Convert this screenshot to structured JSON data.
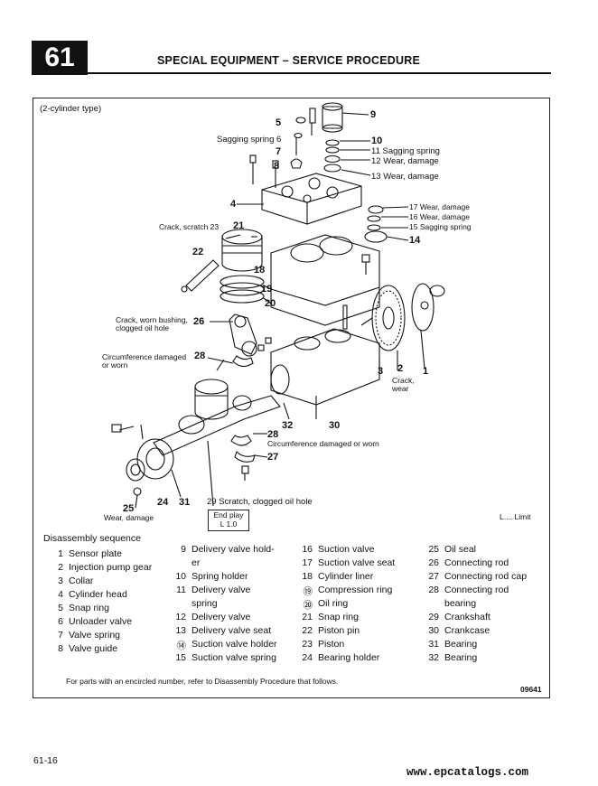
{
  "header": {
    "section_number": "61",
    "title": "SPECIAL EQUIPMENT – SERVICE PROCEDURE"
  },
  "figure": {
    "caption": "(2-cylinder type)",
    "figure_id": "09641",
    "limit_note": "L.... Limit",
    "end_play": {
      "label": "End play",
      "value": "L   1.0"
    },
    "callouts": {
      "c5": "5",
      "c6": "Sagging spring 6",
      "c7": "7",
      "c8": "8",
      "c9": "9",
      "c10": "10",
      "c11": "11 Sagging spring",
      "c12": "12 Wear, damage",
      "c13": "13 Wear, damage",
      "c4": "4",
      "c17": "17 Wear, damage",
      "c16": "16 Wear, damage",
      "c15": "15 Sagging spring",
      "c14": "14",
      "c23": "Crack, scratch 23",
      "c21": "21",
      "c22": "22",
      "c18": "18",
      "c19": "19",
      "c20": "20",
      "c26a": "Crack, worn bushing,",
      "c26b": "clogged oil hole",
      "c26n": "26",
      "c28a": "Circumference damaged",
      "c28b": "or worn",
      "c28n": "28",
      "c3": "3",
      "c2": "2",
      "c1": "1",
      "c2note_a": "Crack,",
      "c2note_b": "wear",
      "c32": "32",
      "c30": "30",
      "c28bottom": "28",
      "c28bottom_note": "Circumference damaged or worn",
      "c27": "27",
      "c25": "25",
      "c25note": "Wear, damage",
      "c24": "24",
      "c31": "31",
      "c29": "29 Scratch, clogged oil hole"
    }
  },
  "sequence": {
    "heading": "Disassembly sequence",
    "col1": [
      {
        "num": "1",
        "label": "Sensor plate"
      },
      {
        "num": "2",
        "label": "Injection pump gear"
      },
      {
        "num": "3",
        "label": "Collar"
      },
      {
        "num": "4",
        "label": "Cylinder head"
      },
      {
        "num": "5",
        "label": "Snap ring"
      },
      {
        "num": "6",
        "label": "Unloader valve"
      },
      {
        "num": "7",
        "label": "Valve spring"
      },
      {
        "num": "8",
        "label": "Valve guide"
      }
    ],
    "col2": [
      {
        "num": "9",
        "label": "Delivery valve hold-"
      },
      {
        "num": "",
        "label": "er"
      },
      {
        "num": "10",
        "label": "Spring holder"
      },
      {
        "num": "11",
        "label": "Delivery valve"
      },
      {
        "num": "",
        "label": "spring"
      },
      {
        "num": "12",
        "label": "Delivery valve"
      },
      {
        "num": "13",
        "label": "Delivery valve seat"
      },
      {
        "num": "⑭",
        "label": "Suction valve holder"
      },
      {
        "num": "15",
        "label": "Suction valve spring"
      }
    ],
    "col3": [
      {
        "num": "16",
        "label": "Suction valve"
      },
      {
        "num": "17",
        "label": "Suction valve seat"
      },
      {
        "num": "18",
        "label": "Cylinder liner"
      },
      {
        "num": "⑲",
        "label": "Compression ring"
      },
      {
        "num": "⑳",
        "label": "Oil ring"
      },
      {
        "num": "21",
        "label": "Snap ring"
      },
      {
        "num": "22",
        "label": "Piston pin"
      },
      {
        "num": "23",
        "label": "Piston"
      },
      {
        "num": "24",
        "label": "Bearing holder"
      }
    ],
    "col4": [
      {
        "num": "25",
        "label": "Oil seal"
      },
      {
        "num": "26",
        "label": "Connecting rod"
      },
      {
        "num": "27",
        "label": "Connecting rod cap"
      },
      {
        "num": "28",
        "label": "Connecting rod"
      },
      {
        "num": "",
        "label": "bearing"
      },
      {
        "num": "29",
        "label": "Crankshaft"
      },
      {
        "num": "30",
        "label": "Crankcase"
      },
      {
        "num": "31",
        "label": "Bearing"
      },
      {
        "num": "32",
        "label": "Bearing"
      }
    ],
    "footnote": "For parts with an encircled number, refer to Disassembly Procedure that follows."
  },
  "footer": {
    "page_number": "61-16",
    "watermark": "www.epcatalogs.com"
  }
}
